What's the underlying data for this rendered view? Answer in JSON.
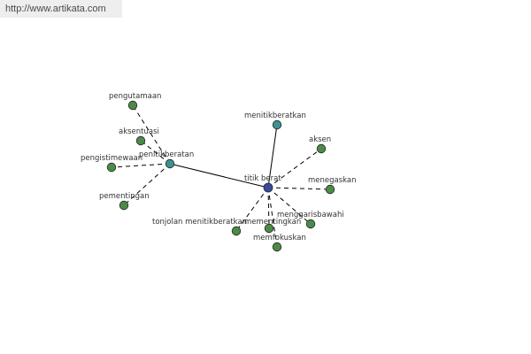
{
  "header": {
    "url": "http://www.artikata.com"
  },
  "colors": {
    "center": "#3b4aa0",
    "hub": "#3f8f94",
    "leaf": "#4d8a4a"
  },
  "nodes": [
    {
      "id": "titik-berat",
      "label": "titik berat",
      "kind": "center"
    },
    {
      "id": "penitikberatan",
      "label": "penitikberatan",
      "kind": "hub"
    },
    {
      "id": "menitikberatkan",
      "label": "menitikberatkan",
      "kind": "hub"
    },
    {
      "id": "aksen",
      "label": "aksen",
      "kind": "leaf"
    },
    {
      "id": "menegaskan",
      "label": "menegaskan",
      "kind": "leaf"
    },
    {
      "id": "menggarisbawahi",
      "label": "menggarisbawahi",
      "kind": "leaf"
    },
    {
      "id": "mementingkan",
      "label": "mementingkan",
      "kind": "leaf"
    },
    {
      "id": "memfokuskan",
      "label": "memfokuskan",
      "kind": "leaf"
    },
    {
      "id": "tonjolan-menitikberatkan",
      "label": "tonjolan menitikberatkan",
      "kind": "leaf"
    },
    {
      "id": "pengutamaan",
      "label": "pengutamaan",
      "kind": "leaf"
    },
    {
      "id": "aksentuasi",
      "label": "aksentuasi",
      "kind": "leaf"
    },
    {
      "id": "pengistimewaan",
      "label": "pengistimewaan",
      "kind": "leaf"
    },
    {
      "id": "pementingan",
      "label": "pementingan",
      "kind": "leaf"
    }
  ],
  "edges": [
    {
      "from": "titik-berat",
      "to": "penitikberatan",
      "style": "solid"
    },
    {
      "from": "titik-berat",
      "to": "menitikberatkan",
      "style": "solid"
    },
    {
      "from": "titik-berat",
      "to": "aksen",
      "style": "dashed"
    },
    {
      "from": "titik-berat",
      "to": "menegaskan",
      "style": "dashed"
    },
    {
      "from": "titik-berat",
      "to": "menggarisbawahi",
      "style": "dashed"
    },
    {
      "from": "titik-berat",
      "to": "mementingkan",
      "style": "dashed"
    },
    {
      "from": "titik-berat",
      "to": "memfokuskan",
      "style": "dashed"
    },
    {
      "from": "titik-berat",
      "to": "tonjolan-menitikberatkan",
      "style": "dashed"
    },
    {
      "from": "penitikberatan",
      "to": "pengutamaan",
      "style": "dashed"
    },
    {
      "from": "penitikberatan",
      "to": "aksentuasi",
      "style": "dashed"
    },
    {
      "from": "penitikberatan",
      "to": "pengistimewaan",
      "style": "dashed"
    },
    {
      "from": "penitikberatan",
      "to": "pementingan",
      "style": "dashed"
    }
  ]
}
